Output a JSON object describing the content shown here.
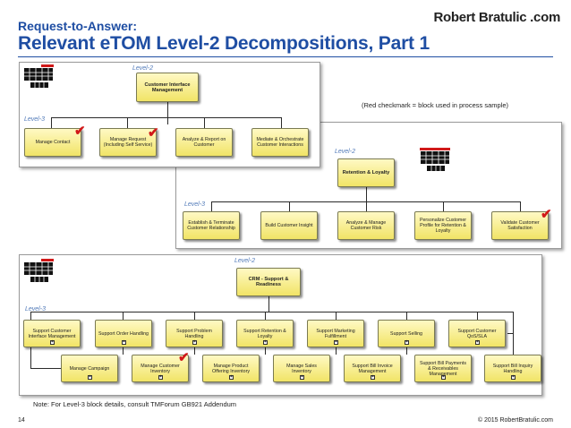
{
  "header": {
    "subtitle": "Request-to-Answer:",
    "title": "Relevant eTOM Level-2 Decompositions, Part 1",
    "brand": "Robert Bratulic .com"
  },
  "legend": "(Red checkmark = block used in process sample)",
  "level_labels": {
    "level2": "Level-2",
    "level3": "Level-3"
  },
  "panel_cim": {
    "top": "Customer Interface Management",
    "children": [
      {
        "label": "Manage Contact",
        "checked": true
      },
      {
        "label": "Manage Request (Including Self Service)",
        "checked": true
      },
      {
        "label": "Analyze & Report on Customer",
        "checked": false
      },
      {
        "label": "Mediate & Orchestrate Customer Interactions",
        "checked": false
      }
    ]
  },
  "panel_rl": {
    "top": "Retention & Loyalty",
    "children": [
      {
        "label": "Establish & Terminate Customer Relationship",
        "checked": false
      },
      {
        "label": "Build Customer Insight",
        "checked": false
      },
      {
        "label": "Analyze & Manage Customer Risk",
        "checked": false
      },
      {
        "label": "Personalize Customer Profile for Retention & Loyalty",
        "checked": false
      },
      {
        "label": "Validate Customer Satisfaction",
        "checked": true
      }
    ]
  },
  "panel_crm": {
    "top": "CRM - Support & Readiness",
    "row1": [
      "Support Customer Interface Management",
      "Support Order Handling",
      "Support Problem Handling",
      "Support Retention & Loyalty",
      "Support Marketing Fulfillment",
      "Support Selling",
      "Support Customer QoS/SLA"
    ],
    "row2": [
      {
        "label": "Manage Campaign",
        "checked": false
      },
      {
        "label": "Manage Customer Inventory",
        "checked": true
      },
      {
        "label": "Manage Product Offering Inventory",
        "checked": false
      },
      {
        "label": "Manage Sales Inventory",
        "checked": false
      },
      {
        "label": "Support Bill Invoice Management",
        "checked": false
      },
      {
        "label": "Support Bill Payments & Receivables Management",
        "checked": false
      },
      {
        "label": "Support Bill Inquiry Handling",
        "checked": false
      }
    ]
  },
  "footer": {
    "note": "Note: For Level-3 block details, consult TMForum GB921 Addendum",
    "page": "14",
    "copyright": "© 2015 RobertBratulic.com"
  },
  "colors": {
    "title": "#1f4ea3",
    "check": "#d11919",
    "box": "#f5e97a"
  }
}
